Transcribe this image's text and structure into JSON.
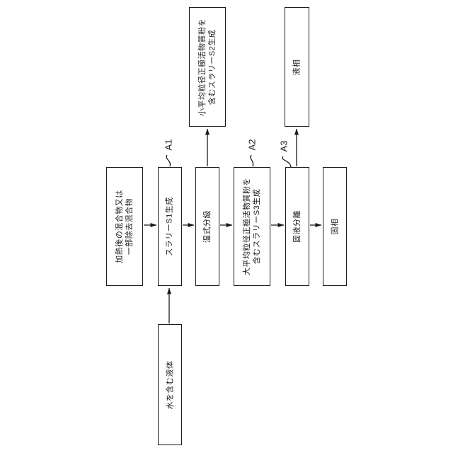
{
  "figure": {
    "boxes": [
      {
        "id": "heated-mixture",
        "label": "加熱後の混合物又は\n一部除去混合物"
      },
      {
        "id": "slurry-s1",
        "label": "スラリーS1生成"
      },
      {
        "id": "wet-classification",
        "label": "湿式分級"
      },
      {
        "id": "slurry-s3",
        "label": "大平均粒径正極活物質粉を\n含むスラリーS3生成"
      },
      {
        "id": "solid-liquid-separation",
        "label": "固液分離"
      },
      {
        "id": "solid-phase",
        "label": "固相"
      },
      {
        "id": "slurry-s2",
        "label": "小平均粒径正極活物質粉を\n含むスラリーS2生成"
      },
      {
        "id": "liquid-phase",
        "label": "液相"
      },
      {
        "id": "water-containing-liquid",
        "label": "水を含む液体"
      }
    ],
    "ref_labels": [
      {
        "id": "a1",
        "text": "A1"
      },
      {
        "id": "a2",
        "text": "A2"
      },
      {
        "id": "a3",
        "text": "A3"
      }
    ],
    "line_color": "#1a1a1a"
  }
}
